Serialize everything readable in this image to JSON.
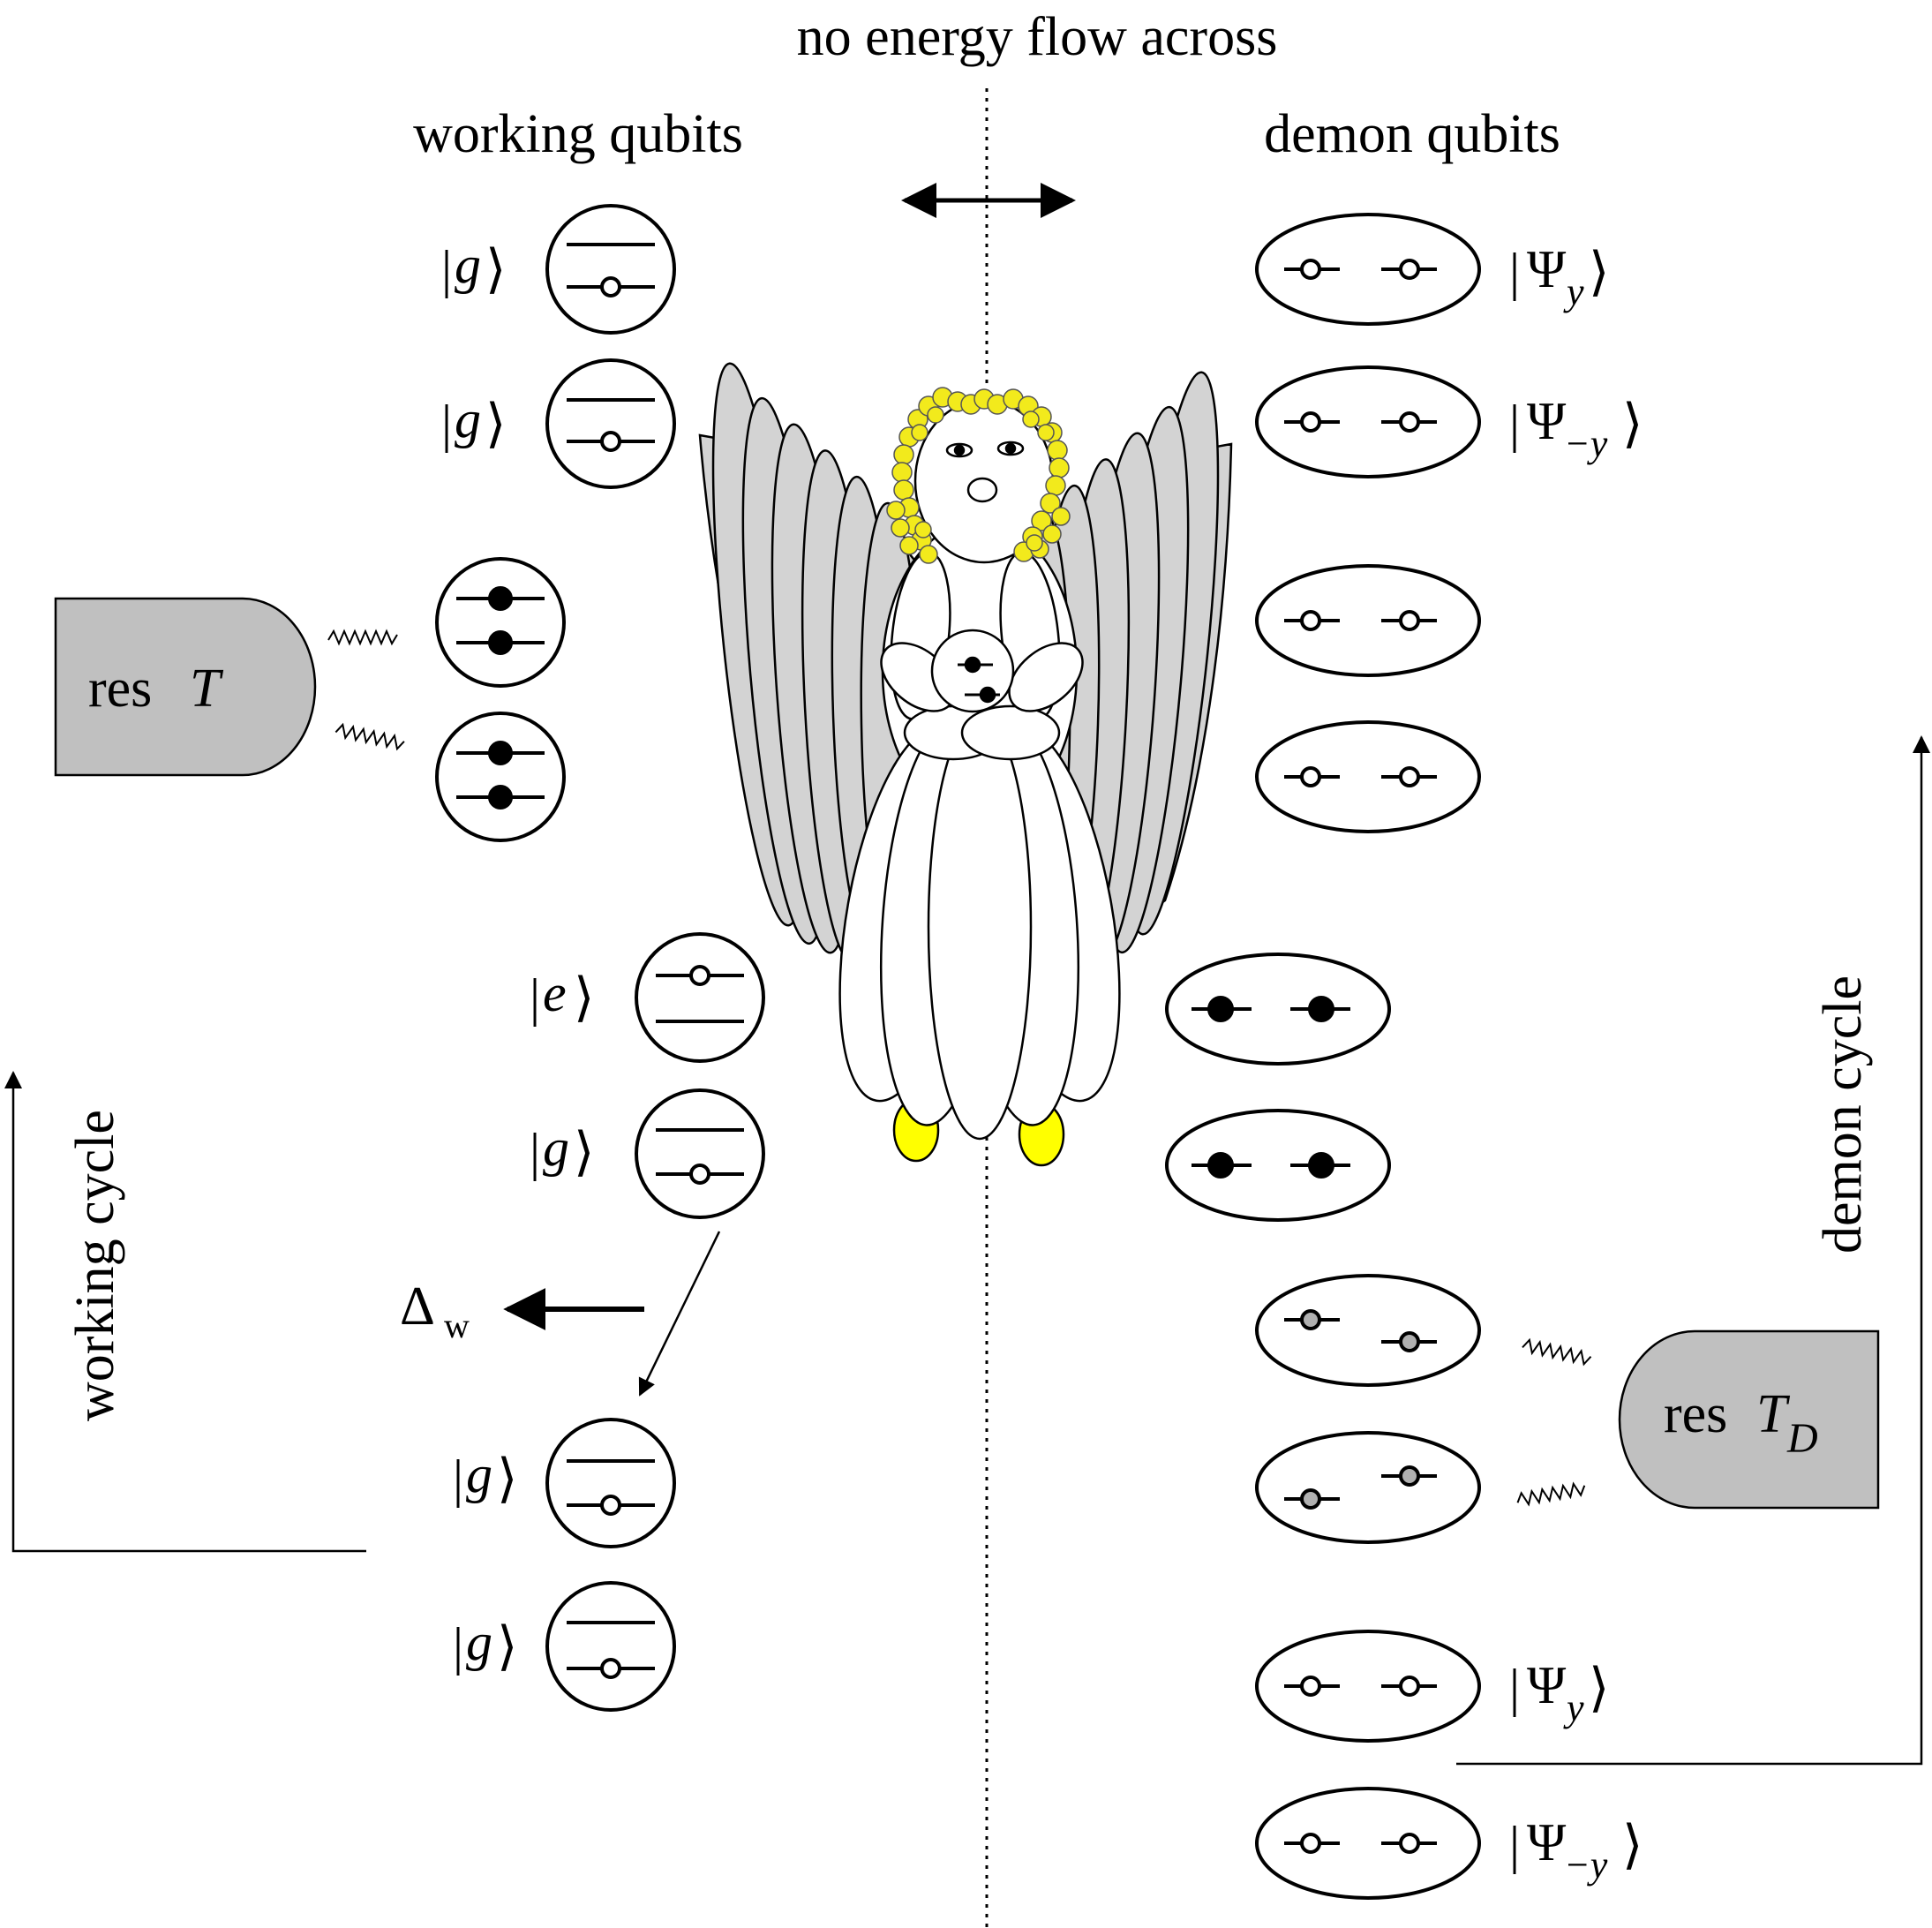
{
  "labels": {
    "title": "no energy flow across",
    "working_header": "working qubits",
    "demon_header": "demon qubits",
    "working_cycle": "working cycle",
    "demon_cycle": "demon cycle",
    "res_T_prefix": "res",
    "res_T_var": "T",
    "res_TD_prefix": "res",
    "res_TD_var": "T",
    "res_TD_sub": "D",
    "delta": "Δ",
    "delta_sub": "w"
  },
  "working_kets": {
    "g1": "g",
    "g2": "g",
    "e": "e",
    "g3": "g",
    "g4": "g",
    "g5": "g"
  },
  "demon_kets": {
    "psi_y_top": {
      "symbol": "Ψ",
      "sub": "y"
    },
    "psi_my_top": {
      "symbol": "Ψ",
      "sub": "−y"
    },
    "psi_y_bottom": {
      "symbol": "Ψ",
      "sub": "y"
    },
    "psi_my_bottom": {
      "symbol": "Ψ",
      "sub": "−y"
    }
  },
  "colors": {
    "reservoir_fill": "#c0c0c0",
    "wing_fill": "#d3d3d3",
    "hair": "#f2ea1c",
    "shoes": "#ffff00",
    "thermal_dot": "#b0b0b0"
  }
}
